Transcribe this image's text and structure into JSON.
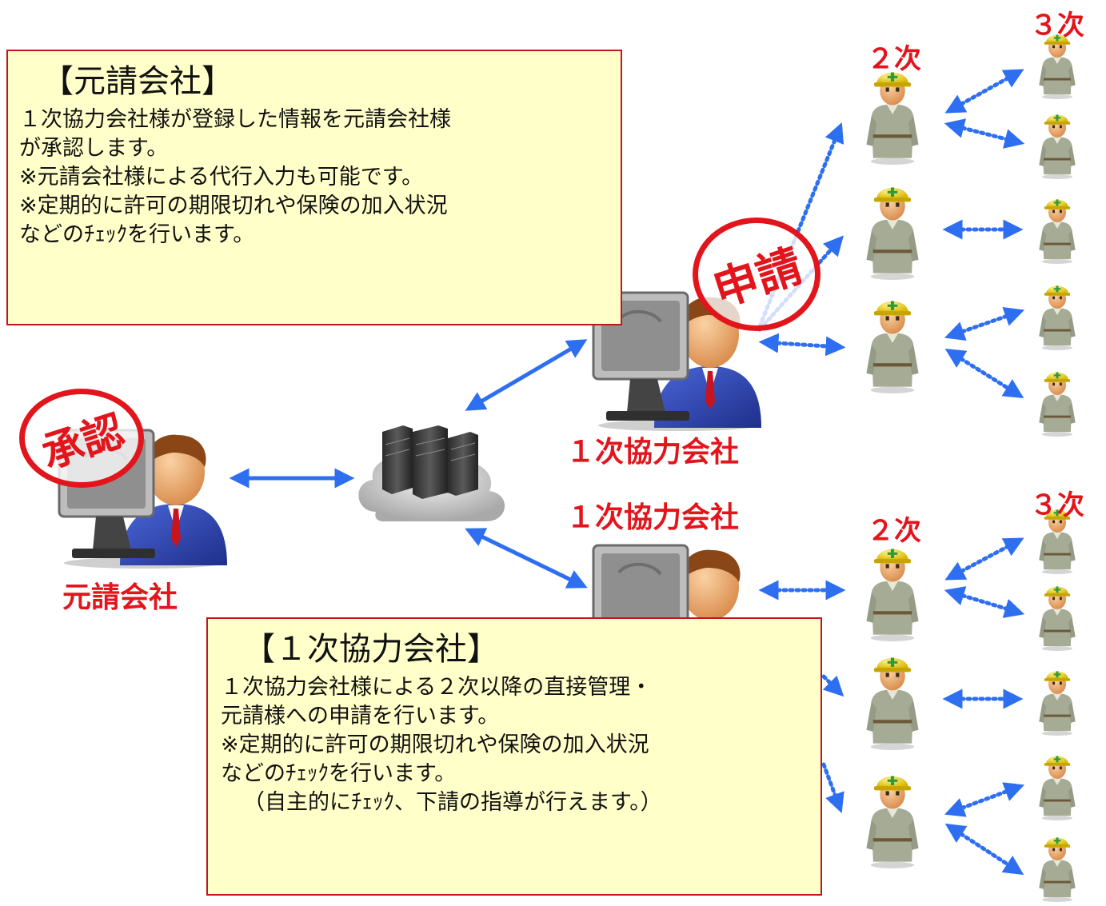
{
  "info_genuke": {
    "title": "【元請会社】",
    "lines": [
      "１次協力会社様が登録した情報を元請会社様",
      "が承認します。",
      "※元請会社様による代行入力も可能です。",
      "※定期的に許可の期限切れや保険の加入状況",
      "などのﾁｪｯｸを行います。"
    ]
  },
  "info_ichiji": {
    "title": "【１次協力会社】",
    "lines": [
      "１次協力会社様による２次以降の直接管理・",
      "元請様への申請を行います。",
      "※定期的に許可の期限切れや保険の加入状況",
      "などのﾁｪｯｸを行います。",
      "（自主的にﾁｪｯｸ、下請の指導が行えます。）"
    ]
  },
  "labels": {
    "genuke": "元請会社",
    "ichiji_top": "１次協力会社",
    "ichiji_bottom": "１次協力会社",
    "niji_top": "２次",
    "sanji_top": "３次",
    "niji_bottom": "２次",
    "sanji_bottom": "３次"
  },
  "stamps": {
    "approve": "承認",
    "apply": "申請"
  },
  "icons": {
    "admin": "admin-user-at-computer-icon",
    "server": "server-cloud-icon",
    "worker": "construction-worker-icon"
  },
  "colors": {
    "red": "#e3151c",
    "arrow_blue": "#2e6ff2",
    "box_fill": "#ffffc9",
    "box_border": "#c0161c"
  }
}
